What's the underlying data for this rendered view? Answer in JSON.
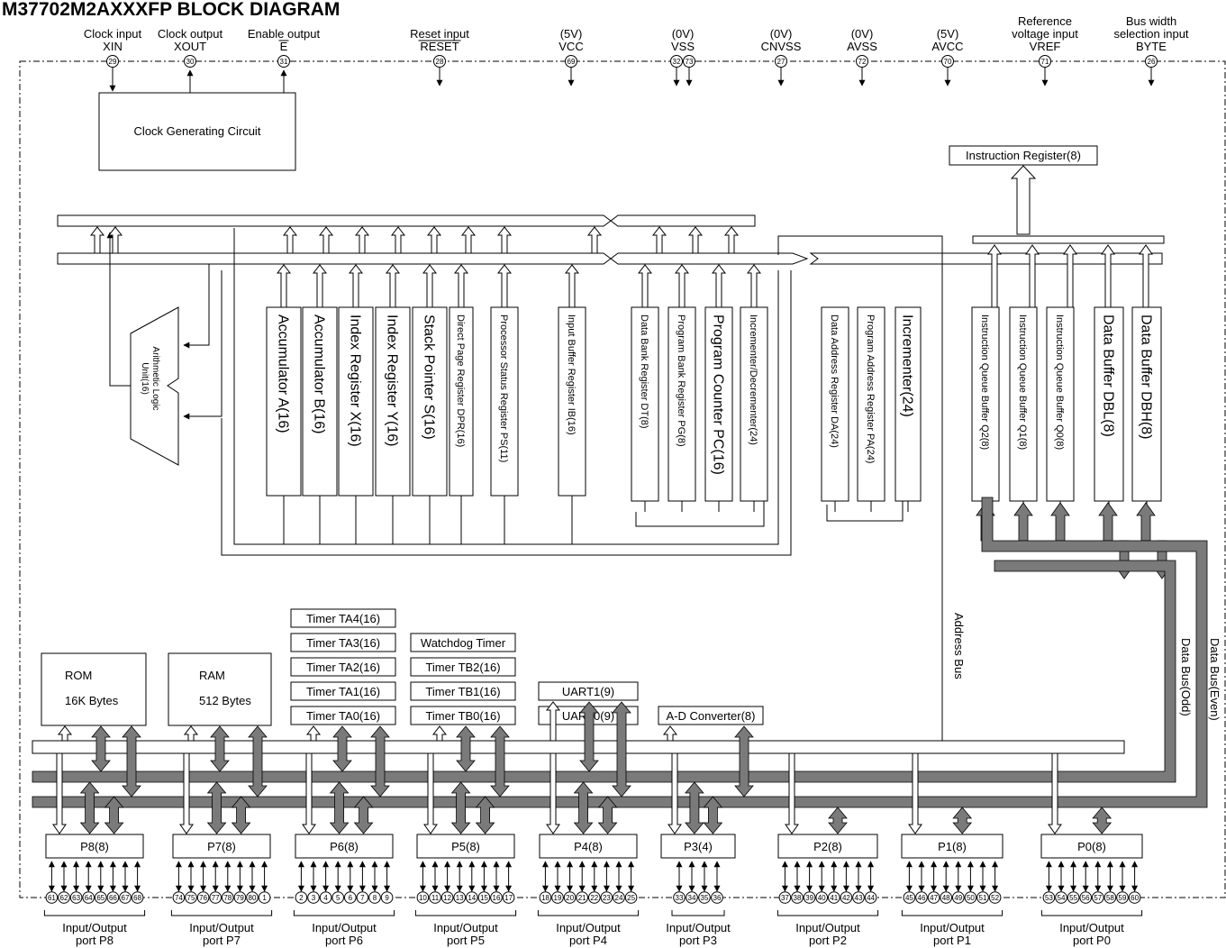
{
  "title": "M37702M2AXXXFP BLOCK DIAGRAM",
  "pins": [
    {
      "top": "Clock input",
      "name": "XIN",
      "nums": [
        "29"
      ],
      "dir": "in"
    },
    {
      "top": "Clock output",
      "name": "XOUT",
      "nums": [
        "30"
      ],
      "dir": "out"
    },
    {
      "top": "Enable output",
      "name": "E",
      "nums": [
        "31"
      ],
      "dir": "out"
    },
    {
      "top": "Reset input",
      "name": "RESET",
      "nums": [
        "28"
      ],
      "dir": "in"
    },
    {
      "top": "(5V)",
      "name": "VCC",
      "nums": [
        "69"
      ],
      "dir": "in"
    },
    {
      "top": "(0V)",
      "name": "VSS",
      "nums": [
        "32",
        "73"
      ],
      "dir": "in"
    },
    {
      "top": "(0V)",
      "name": "CNVSS",
      "nums": [
        "27"
      ],
      "dir": "in"
    },
    {
      "top": "(0V)",
      "name": "AVSS",
      "nums": [
        "72"
      ],
      "dir": "in"
    },
    {
      "top": "(5V)",
      "name": "AVCC",
      "nums": [
        "70"
      ],
      "dir": "in"
    },
    {
      "top": "Reference voltage input",
      "name": "VREF",
      "nums": [
        "71"
      ],
      "dir": "in"
    },
    {
      "top": "Bus width selection input",
      "name": "BYTE",
      "nums": [
        "26"
      ],
      "dir": "in"
    }
  ],
  "clock_circuit": "Clock Generating Circuit",
  "instruction_register": "Instruction Register(8)",
  "alu": [
    "Arithmetic Logic",
    "Unit(16)"
  ],
  "registers": [
    {
      "label": "Accumulator A(16)",
      "big": true
    },
    {
      "label": "Accumulator B(16)",
      "big": true
    },
    {
      "label": "Index Register X(16)",
      "big": true
    },
    {
      "label": "Index Register Y(16)",
      "big": true
    },
    {
      "label": "Stack Pointer S(16)",
      "big": true
    },
    {
      "label": "Direct Page Register DPR(16)",
      "big": false
    },
    {
      "label": "Processor Status Register PS(11)",
      "big": false
    },
    {
      "label": "Input Buffer Register IB(16)",
      "big": false
    },
    {
      "label": "Data Bank Register DT(8)",
      "big": false
    },
    {
      "label": "Program Bank Register PG(8)",
      "big": false
    },
    {
      "label": "Program Counter PC(16)",
      "big": true
    },
    {
      "label": "Incrementer/Decrementer(24)",
      "big": false
    },
    {
      "label": "Data Address Register DA(24)",
      "big": false
    },
    {
      "label": "Program Address Register PA(24)",
      "big": false
    },
    {
      "label": "Incrementer(24)",
      "big": true
    },
    {
      "label": "Instruction Queue Buffer Q2(8)",
      "big": false
    },
    {
      "label": "Instruction Queue Buffer Q1(8)",
      "big": false
    },
    {
      "label": "Instruction Queue Buffer Q0(8)",
      "big": false
    },
    {
      "label": "Data Buffer DBL(8)",
      "big": true
    },
    {
      "label": "Data Buffer DBH(8)",
      "big": true
    }
  ],
  "bus_labels": [
    "Address Bus",
    "Data Bus(Odd)",
    "Data Bus(Even)"
  ],
  "rom": {
    "name": "ROM",
    "size": "16K Bytes"
  },
  "ram": {
    "name": "RAM",
    "size": "512 Bytes"
  },
  "timers_a": [
    "Timer TA4(16)",
    "Timer TA3(16)",
    "Timer TA2(16)",
    "Timer TA1(16)",
    "Timer TA0(16)"
  ],
  "timers_b": [
    "Watchdog Timer",
    "Timer TB2(16)",
    "Timer TB1(16)",
    "Timer TB0(16)"
  ],
  "uarts": [
    "UART1(9)",
    "UART0(9)"
  ],
  "adc": "A-D Converter(8)",
  "ports": [
    {
      "name": "P8(8)",
      "label": [
        "Input/Output",
        "port P8"
      ],
      "pins": [
        "61",
        "62",
        "63",
        "64",
        "65",
        "66",
        "67",
        "68"
      ]
    },
    {
      "name": "P7(8)",
      "label": [
        "Input/Output",
        "port P7"
      ],
      "pins": [
        "74",
        "75",
        "76",
        "77",
        "78",
        "79",
        "80",
        "1"
      ]
    },
    {
      "name": "P6(8)",
      "label": [
        "Input/Output",
        "port P6"
      ],
      "pins": [
        "2",
        "3",
        "4",
        "5",
        "6",
        "7",
        "8",
        "9"
      ]
    },
    {
      "name": "P5(8)",
      "label": [
        "Input/Output",
        "port P5"
      ],
      "pins": [
        "10",
        "11",
        "12",
        "13",
        "14",
        "15",
        "16",
        "17"
      ]
    },
    {
      "name": "P4(8)",
      "label": [
        "Input/Output",
        "port P4"
      ],
      "pins": [
        "18",
        "19",
        "20",
        "21",
        "22",
        "23",
        "24",
        "25"
      ]
    },
    {
      "name": "P3(4)",
      "label": [
        "Input/Output",
        "port P3"
      ],
      "pins": [
        "33",
        "34",
        "35",
        "36"
      ]
    },
    {
      "name": "P2(8)",
      "label": [
        "Input/Output",
        "port P2"
      ],
      "pins": [
        "37",
        "38",
        "39",
        "40",
        "41",
        "42",
        "43",
        "44"
      ]
    },
    {
      "name": "P1(8)",
      "label": [
        "Input/Output",
        "port P1"
      ],
      "pins": [
        "45",
        "46",
        "47",
        "48",
        "49",
        "50",
        "51",
        "52"
      ]
    },
    {
      "name": "P0(8)",
      "label": [
        "Input/Output",
        "port P0"
      ],
      "pins": [
        "53",
        "54",
        "55",
        "56",
        "57",
        "58",
        "59",
        "60"
      ]
    }
  ]
}
